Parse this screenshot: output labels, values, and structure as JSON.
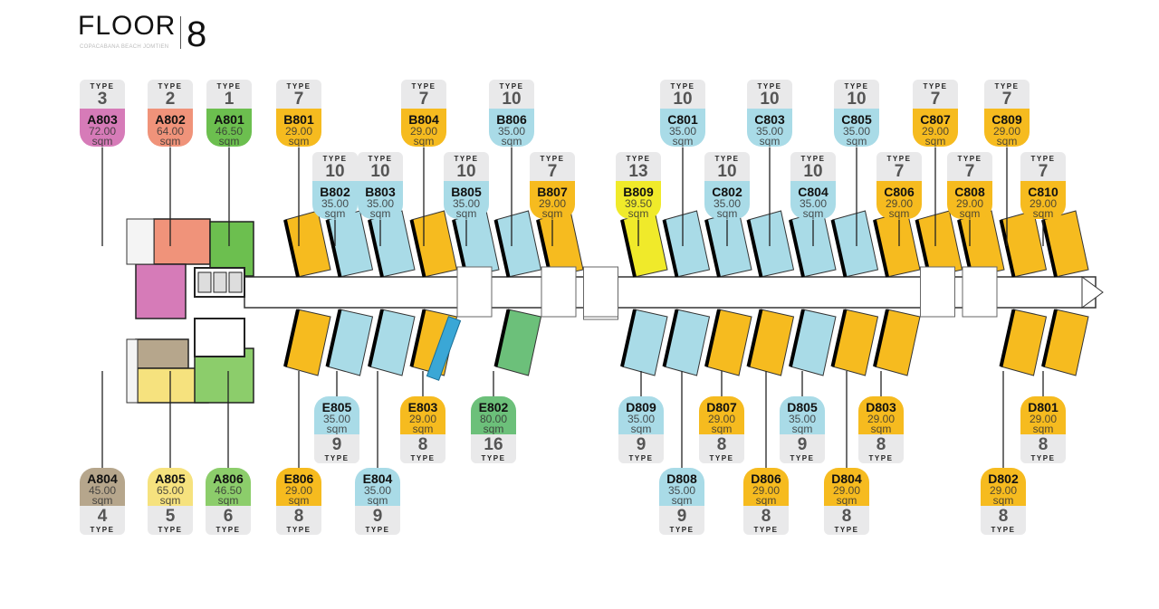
{
  "header": {
    "title": "FLOOR",
    "floor_number": "8",
    "subtitle": "COPACABANA BEACH JOMTIEN"
  },
  "type_label": "TYPE",
  "area_unit": "sqm",
  "colors": {
    "type1": "#6cbf4f",
    "type2": "#f0937a",
    "type3": "#d67bb8",
    "type4": "#b6a68c",
    "type5": "#f6e27e",
    "type6": "#8ccd6b",
    "type7": "#f6bb1f",
    "type8": "#f6bb1f",
    "type9": "#a9dbe7",
    "type10": "#a9dbe7",
    "type13": "#f0ea2a",
    "type16": "#6cc07a"
  },
  "units": [
    {
      "id": "A803",
      "area": "72.00",
      "type": "3"
    },
    {
      "id": "A802",
      "area": "64.00",
      "type": "2"
    },
    {
      "id": "A801",
      "area": "46.50",
      "type": "1"
    },
    {
      "id": "B801",
      "area": "29.00",
      "type": "7"
    },
    {
      "id": "B804",
      "area": "29.00",
      "type": "7"
    },
    {
      "id": "B806",
      "area": "35.00",
      "type": "10"
    },
    {
      "id": "C801",
      "area": "35.00",
      "type": "10"
    },
    {
      "id": "C803",
      "area": "35.00",
      "type": "10"
    },
    {
      "id": "C805",
      "area": "35.00",
      "type": "10"
    },
    {
      "id": "C807",
      "area": "29.00",
      "type": "7"
    },
    {
      "id": "C809",
      "area": "29.00",
      "type": "7"
    },
    {
      "id": "B802",
      "area": "35.00",
      "type": "10"
    },
    {
      "id": "B803",
      "area": "35.00",
      "type": "10"
    },
    {
      "id": "B805",
      "area": "35.00",
      "type": "10"
    },
    {
      "id": "B807",
      "area": "29.00",
      "type": "7"
    },
    {
      "id": "B809",
      "area": "39.50",
      "type": "13"
    },
    {
      "id": "C802",
      "area": "35.00",
      "type": "10"
    },
    {
      "id": "C804",
      "area": "35.00",
      "type": "10"
    },
    {
      "id": "C806",
      "area": "29.00",
      "type": "7"
    },
    {
      "id": "C808",
      "area": "29.00",
      "type": "7"
    },
    {
      "id": "C810",
      "area": "29.00",
      "type": "7"
    },
    {
      "id": "E805",
      "area": "35.00",
      "type": "9"
    },
    {
      "id": "E803",
      "area": "29.00",
      "type": "8"
    },
    {
      "id": "E802",
      "area": "80.00",
      "type": "16"
    },
    {
      "id": "D809",
      "area": "35.00",
      "type": "9"
    },
    {
      "id": "D807",
      "area": "29.00",
      "type": "8"
    },
    {
      "id": "D805",
      "area": "35.00",
      "type": "9"
    },
    {
      "id": "D803",
      "area": "29.00",
      "type": "8"
    },
    {
      "id": "D801",
      "area": "29.00",
      "type": "8"
    },
    {
      "id": "A804",
      "area": "45.00",
      "type": "4"
    },
    {
      "id": "A805",
      "area": "65.00",
      "type": "5"
    },
    {
      "id": "A806",
      "area": "46.50",
      "type": "6"
    },
    {
      "id": "E806",
      "area": "29.00",
      "type": "8"
    },
    {
      "id": "E804",
      "area": "35.00",
      "type": "9"
    },
    {
      "id": "D808",
      "area": "35.00",
      "type": "9"
    },
    {
      "id": "D806",
      "area": "29.00",
      "type": "8"
    },
    {
      "id": "D804",
      "area": "29.00",
      "type": "8"
    },
    {
      "id": "D802",
      "area": "29.00",
      "type": "8"
    }
  ],
  "plan": {
    "top_row": [
      "B801",
      "B802",
      "B803",
      "B804",
      "B805",
      "B806",
      "B807",
      "",
      "B809",
      "C801",
      "C802",
      "C803",
      "C804",
      "C805",
      "C806",
      "C807",
      "C808",
      "C809",
      "C810"
    ],
    "bottom_row": [
      "E806",
      "E805",
      "E804",
      "E803",
      "",
      "E802",
      "",
      "",
      "D809",
      "D808",
      "D807",
      "D806",
      "D805",
      "D804",
      "D803",
      "",
      "",
      "D802",
      "D801"
    ]
  }
}
